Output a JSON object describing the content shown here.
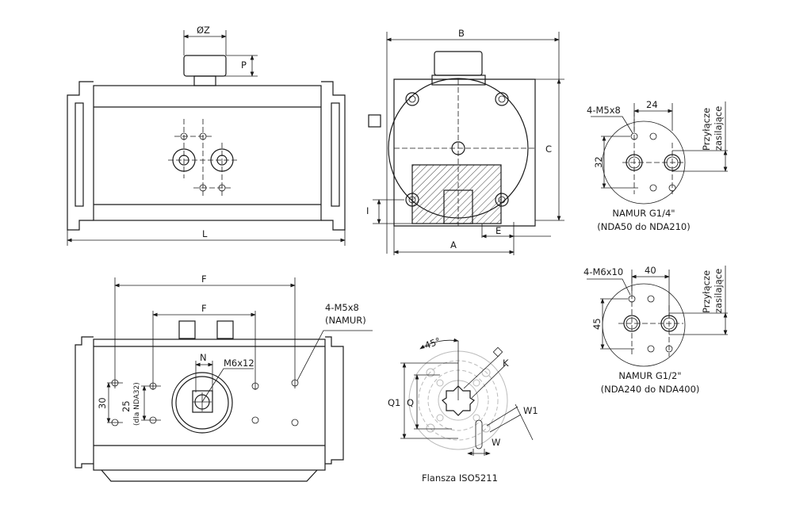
{
  "front_view": {
    "dim_z": "ØZ",
    "dim_p": "P",
    "dim_l": "L"
  },
  "side_view": {
    "dim_b": "B",
    "dim_c": "C",
    "dim_i": "I",
    "dim_e": "E",
    "dim_a": "A"
  },
  "namur_small": {
    "thread": "4-M5x8",
    "dim_w": "24",
    "dim_h": "32",
    "port_line1": "Przyłącze",
    "port_line2": "zasilające",
    "title": "NAMUR G1/4\"",
    "range": "(NDA50 do NDA210)"
  },
  "namur_large": {
    "thread": "4-M6x10",
    "dim_w": "40",
    "dim_h": "45",
    "port_line1": "Przyłącze",
    "port_line2": "zasilające",
    "title": "NAMUR G1/2\"",
    "range": "(NDA240 do NDA400)"
  },
  "top_view": {
    "dim_f_outer": "F",
    "dim_f_inner": "F",
    "namur_thread": "4-M5x8",
    "namur_note": "(NAMUR)",
    "dim_n": "N",
    "screw": "M6x12",
    "dim_30": "30",
    "dim_25": "25",
    "dim_25_note": "(dla NDA32)"
  },
  "flange": {
    "angle": "45°",
    "dim_k": "K",
    "dim_q1": "Q1",
    "dim_q": "Q",
    "dim_w1": "W1",
    "dim_w": "W",
    "title": "Flansza ISO5211"
  }
}
